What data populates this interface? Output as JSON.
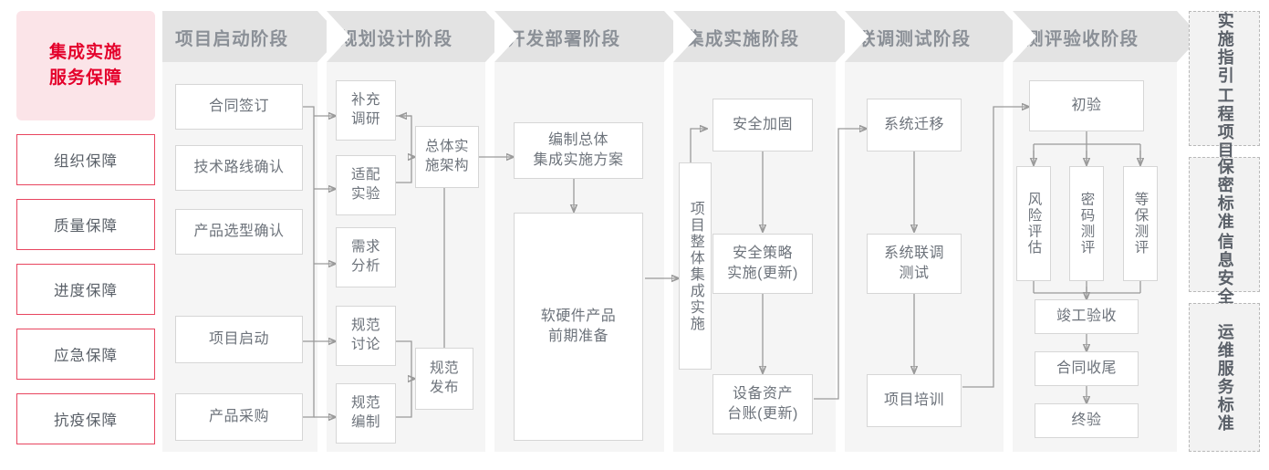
{
  "left_panel": {
    "title": "集成实施\n服务保障",
    "title_color": "#e4002b",
    "title_bg": "#fbe4e8",
    "items": [
      {
        "label": "组织保障"
      },
      {
        "label": "质量保障"
      },
      {
        "label": "进度保障"
      },
      {
        "label": "应急保障"
      },
      {
        "label": "抗疫保障"
      }
    ]
  },
  "phases": [
    {
      "label": "项目启动阶段"
    },
    {
      "label": "规划设计阶段"
    },
    {
      "label": "开发部署阶段"
    },
    {
      "label": "集成实施阶段"
    },
    {
      "label": "联调测试阶段"
    },
    {
      "label": "测评验收阶段"
    }
  ],
  "nodes": {
    "p1": [
      {
        "label": "合同签订"
      },
      {
        "label": "技术路线确认"
      },
      {
        "label": "产品选型确认"
      },
      {
        "label": "项目启动"
      },
      {
        "label": "产品采购"
      }
    ],
    "p2": [
      {
        "label": "补充\n调研"
      },
      {
        "label": "适配\n实验"
      },
      {
        "label": "需求\n分析"
      },
      {
        "label": "规范\n讨论"
      },
      {
        "label": "规范\n编制"
      },
      {
        "label": "总体实\n施架构"
      },
      {
        "label": "规范\n发布"
      }
    ],
    "p3": [
      {
        "label": "编制总体\n集成实施方案"
      },
      {
        "label": "软硬件产品\n前期准备"
      }
    ],
    "p4": [
      {
        "label": "项目整体集成实施"
      },
      {
        "label": "安全加固"
      },
      {
        "label": "安全策略\n实施(更新)"
      },
      {
        "label": "设备资产\n台账(更新)"
      }
    ],
    "p5": [
      {
        "label": "系统迁移"
      },
      {
        "label": "系统联调\n测试"
      },
      {
        "label": "项目培训"
      }
    ],
    "p6": [
      {
        "label": "初验"
      },
      {
        "label": "风险评估"
      },
      {
        "label": "密码测评"
      },
      {
        "label": "等保测评"
      },
      {
        "label": "竣工验收"
      },
      {
        "label": "合同收尾"
      },
      {
        "label": "终验"
      }
    ]
  },
  "standards": [
    {
      "label": "工程项目实施指引"
    },
    {
      "label": "信息安全保密标准"
    },
    {
      "label": "运维服务标准"
    }
  ],
  "colors": {
    "accent_red": "#e4002b",
    "band_bg": "#f5f5f5",
    "chevron_bg": "#e3e3e3",
    "node_border": "#d6d6d6",
    "text": "#6d737b",
    "connector": "#9a9a9a"
  }
}
